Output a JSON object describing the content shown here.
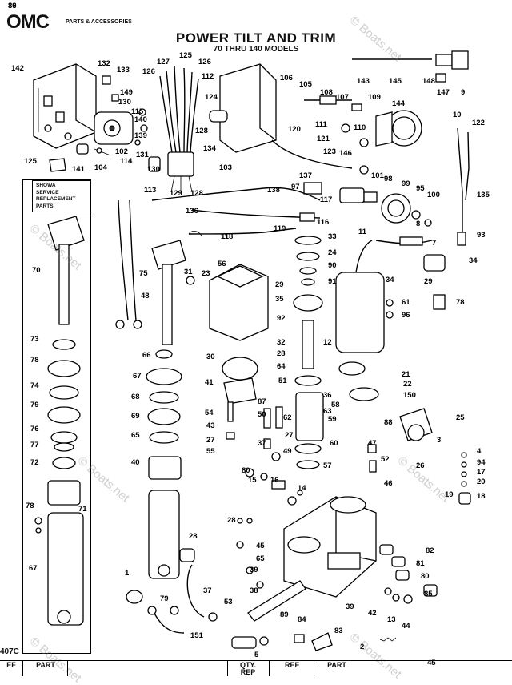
{
  "brand": {
    "logo": "OMC",
    "tagline": "PARTS & ACCESSORIES"
  },
  "title": "POWER TILT AND TRIM",
  "subtitle": "70 THRU 140 MODELS",
  "showa_box": [
    "SHOWA",
    "SERVICE",
    "REPLACEMENT",
    "PARTS"
  ],
  "page_code": "407C",
  "watermark": "© Boats.net",
  "table_header": {
    "col1": "EF",
    "col2": "PART",
    "col3_line1": "QTY.",
    "col3_line2": "REP",
    "col4": "REF",
    "col5": "PART"
  },
  "callouts": [
    "142",
    "132",
    "133",
    "149",
    "130",
    "115",
    "140",
    "139",
    "102",
    "104",
    "131",
    "114",
    "141",
    "125",
    "127",
    "125",
    "126",
    "126",
    "112",
    "124",
    "128",
    "134",
    "130",
    "129",
    "128",
    "113",
    "106",
    "105",
    "108",
    "107",
    "111",
    "110",
    "146",
    "109",
    "144",
    "143",
    "145",
    "148",
    "147",
    "9",
    "10",
    "122",
    "120",
    "121",
    "123",
    "137",
    "103",
    "97",
    "101",
    "98",
    "99",
    "95",
    "100",
    "8",
    "135",
    "138",
    "117",
    "136",
    "116",
    "118",
    "119",
    "75",
    "70",
    "48",
    "31",
    "23",
    "56",
    "33",
    "24",
    "90",
    "91",
    "34",
    "29",
    "35",
    "61",
    "96",
    "92",
    "12",
    "11",
    "7",
    "93",
    "34",
    "29",
    "78",
    "73",
    "78",
    "74",
    "79",
    "76",
    "77",
    "72",
    "78",
    "71",
    "67",
    "66",
    "67",
    "68",
    "69",
    "65",
    "40",
    "30",
    "32",
    "28",
    "64",
    "41",
    "54",
    "43",
    "27",
    "55",
    "51",
    "36",
    "63",
    "87",
    "50",
    "62",
    "37",
    "49",
    "27",
    "80",
    "15",
    "16",
    "14",
    "59",
    "58",
    "88",
    "60",
    "57",
    "47",
    "52",
    "46",
    "26",
    "25",
    "3",
    "4",
    "94",
    "20",
    "17",
    "19",
    "18",
    "21",
    "22",
    "150",
    "28",
    "28",
    "45",
    "65",
    "39",
    "38",
    "37",
    "53",
    "89",
    "39",
    "42",
    "13",
    "44",
    "82",
    "81",
    "80",
    "85",
    "84",
    "83",
    "2",
    "5",
    "151",
    "1",
    "79",
    "45",
    "39",
    "86"
  ]
}
